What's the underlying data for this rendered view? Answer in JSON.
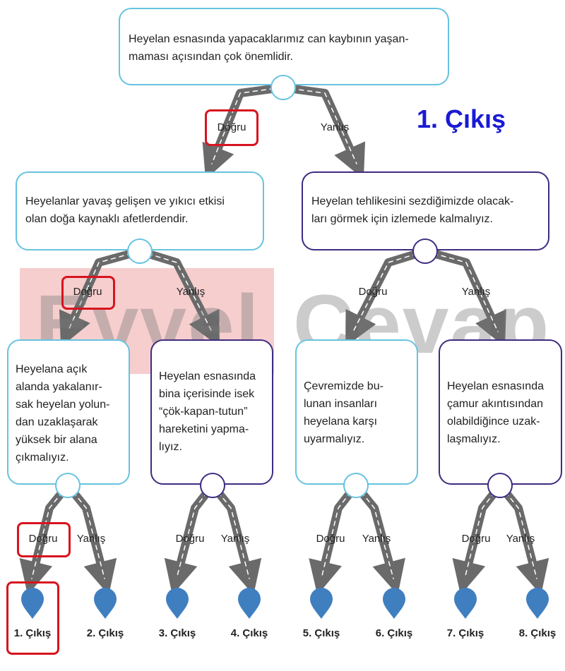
{
  "answer": "1. Çıkış",
  "watermark": {
    "part1": "Evvel",
    "part2": "Cevap"
  },
  "branch_labels": {
    "true": "Doğru",
    "false": "Yanlış"
  },
  "statements": {
    "root": "Heyelan esnasında yapacaklarımız can kaybının yaşan-\nmaması açısından çok önemlidir.",
    "l": "Heyelanlar yavaş gelişen ve yıkıcı etkisi\nolan doğa kaynaklı afetlerdendir.",
    "r": "Heyelan tehlikesini sezdiğimizde olacak-\nları görmek için izlemede kalmalıyız.",
    "ll": "Heyelana açık\nalanda yakalanır-\nsak heyelan yolun-\ndan uzaklaşarak\nyüksek bir alana\nçıkmalıyız.",
    "lr": "Heyelan esnasında\nbina içerisinde isek\n“çök-kapan-tutun”\nhareketini yapma-\nlıyız.",
    "rl": "Çevremizde bu-\nlunan insanları\nheyelana karşı\nuyarmalıyız.",
    "rr": "Heyelan esnasında\nçamur akıntısından\nolabildiğince uzak-\nlaşmalıyız."
  },
  "exits": [
    "1. Çıkış",
    "2. Çıkış",
    "3. Çıkış",
    "4. Çıkış",
    "5. Çıkış",
    "6. Çıkış",
    "7. Çıkış",
    "8. Çıkış"
  ],
  "colors": {
    "highlight": "#d7141f",
    "answer": "#1a1ad6",
    "pin": "#3f7fc0",
    "box_light": "#67c3e0",
    "box_dark": "#3f2c80"
  }
}
